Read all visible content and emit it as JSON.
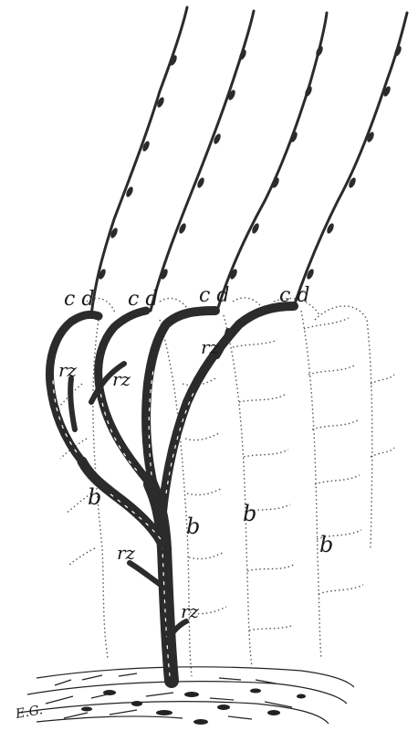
{
  "figure": {
    "labels": {
      "cd": "c d",
      "rz": "rz",
      "b": "b",
      "signature": "E.G."
    },
    "colors": {
      "ink": "#1c1c1c",
      "wood": "#2b2b2b",
      "dotted": "#555555",
      "paper": "#ffffff"
    }
  }
}
